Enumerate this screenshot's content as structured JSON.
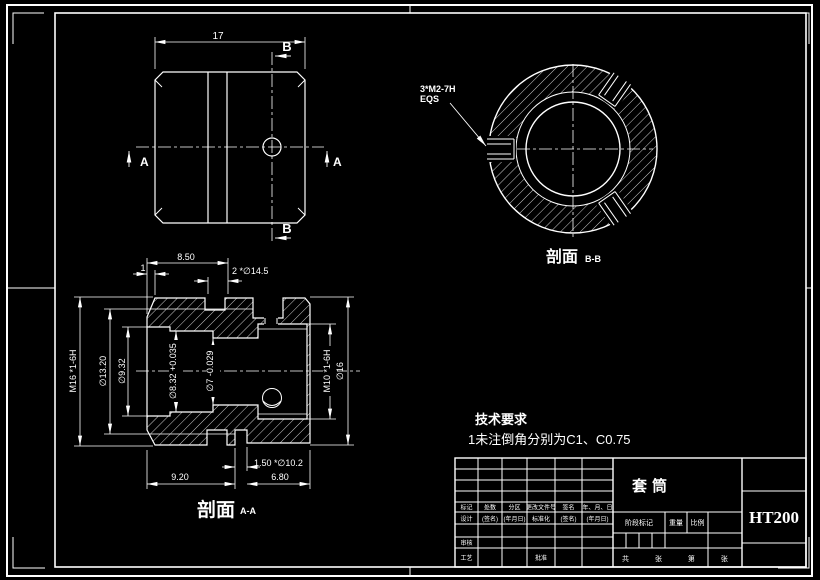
{
  "colors": {
    "bg": "#000000",
    "line": "#ffffff"
  },
  "front_view": {
    "width_dim": "17",
    "section_a": "A",
    "section_b": "B"
  },
  "section_bb": {
    "caption": "剖面",
    "suffix": "B-B",
    "note_line1": "3*M2-7H",
    "note_line2": "EQS"
  },
  "section_aa": {
    "caption": "剖面",
    "suffix": "A-A",
    "dim_chamfer": "1",
    "dim_depth": "8.50",
    "dim_hole_top": "2 *∅14.5",
    "dim_m16": "M16 *1-6H",
    "dim_d1320": "∅13.20",
    "dim_d932": "∅9.32",
    "dim_d832": "∅8.32 +0.035",
    "dim_d7": "∅7 -0.029",
    "dim_m10": "M10 *1-6H",
    "dim_d16": "∅16",
    "dim_len_left": "9.20",
    "dim_len_right": "6.80",
    "dim_undercut": "1.50 *∅10.2"
  },
  "tech_req": {
    "title": "技术要求",
    "item": "1未注倒角分别为C1、C0.75"
  },
  "title_block": {
    "part_name": "套筒",
    "material": "HT200",
    "header_row": [
      "标记",
      "处数",
      "分区",
      "更改文件号",
      "签名",
      "年、月、日"
    ],
    "sign_row": [
      "设计",
      "(签名)",
      "(年月日)",
      "标准化",
      "(签名)",
      "(年月日)"
    ],
    "audit_label": "审核",
    "process_label": "工艺",
    "approve_label": "批准",
    "stage_label": "阶段标记",
    "weight_label": "重量",
    "scale_label": "比例",
    "sheet_label": "共 张 第 张"
  }
}
